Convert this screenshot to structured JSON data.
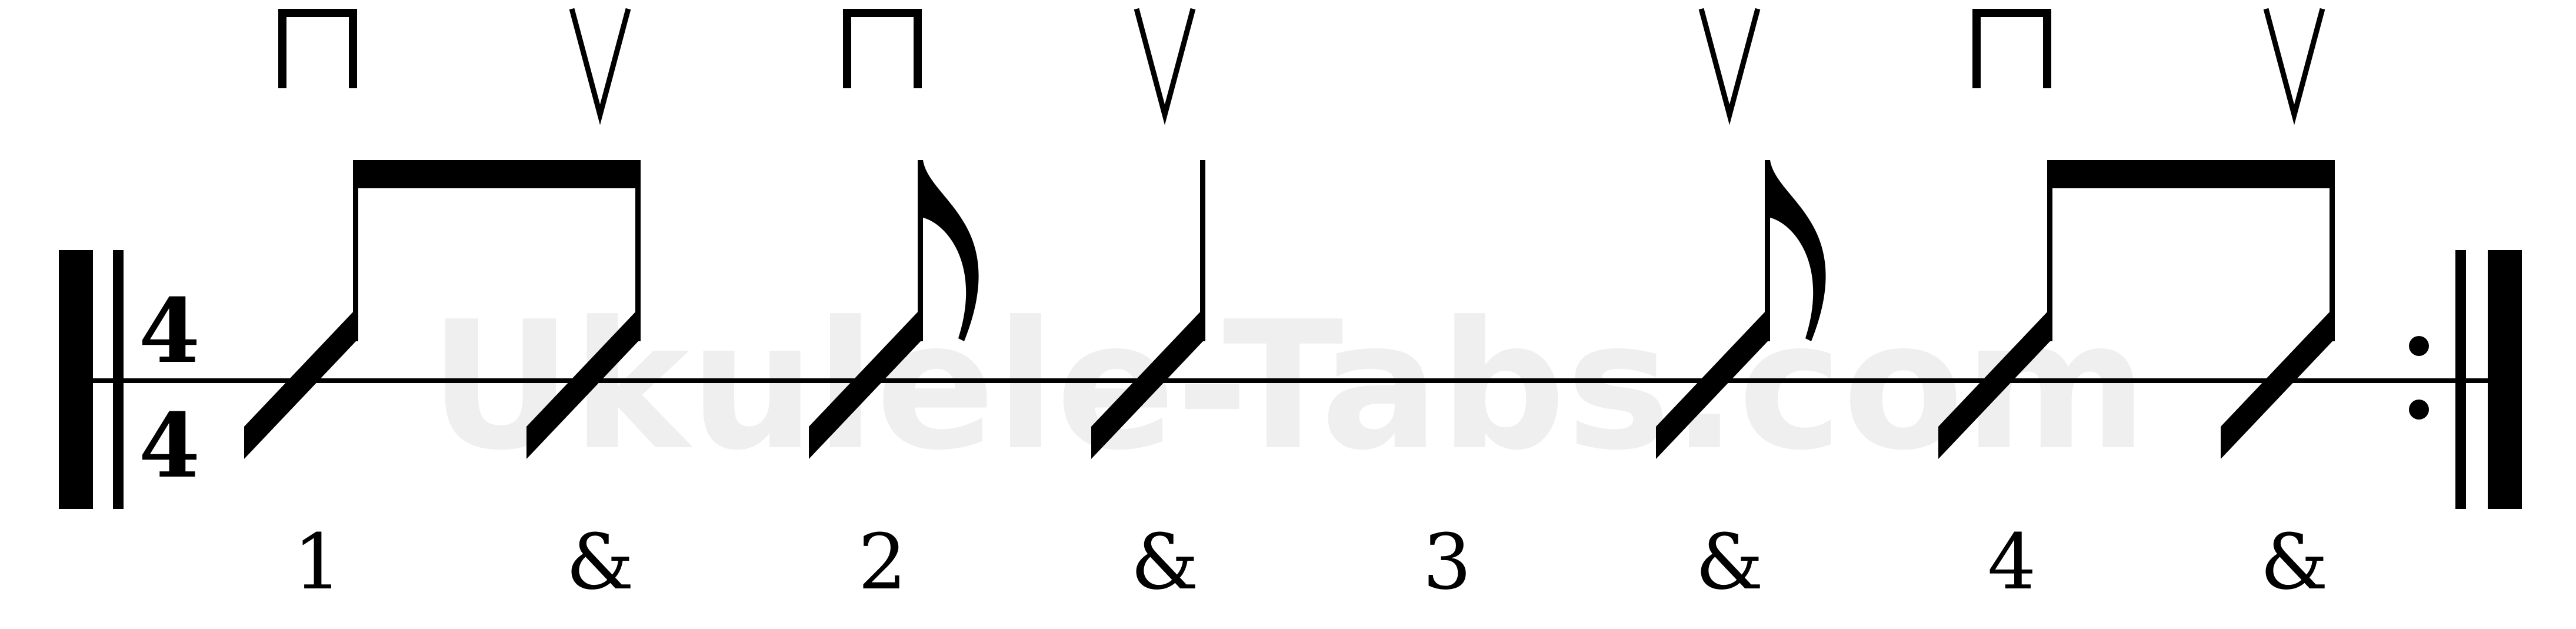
{
  "watermark": "Ukulele-Tabs.com",
  "time_signature": {
    "top": "4",
    "bottom": "4"
  },
  "beats": [
    {
      "count": "1",
      "stroke": "down",
      "duration": "eighth",
      "beam": "start"
    },
    {
      "count": "&",
      "stroke": "up",
      "duration": "eighth",
      "beam": "end"
    },
    {
      "count": "2",
      "stroke": "down",
      "duration": "eighth",
      "beam": "none"
    },
    {
      "count": "&",
      "stroke": "up",
      "duration": "quarter",
      "beam": "none"
    },
    {
      "count": "3",
      "stroke": "none",
      "duration": "none",
      "beam": "none"
    },
    {
      "count": "&",
      "stroke": "up",
      "duration": "eighth",
      "beam": "none"
    },
    {
      "count": "4",
      "stroke": "down",
      "duration": "eighth",
      "beam": "start"
    },
    {
      "count": "&",
      "stroke": "up",
      "duration": "eighth",
      "beam": "end"
    }
  ],
  "barlines": {
    "start": "thick-thin",
    "end": "repeat"
  },
  "colors": {
    "ink": "#000000",
    "watermark": "#efefef"
  }
}
